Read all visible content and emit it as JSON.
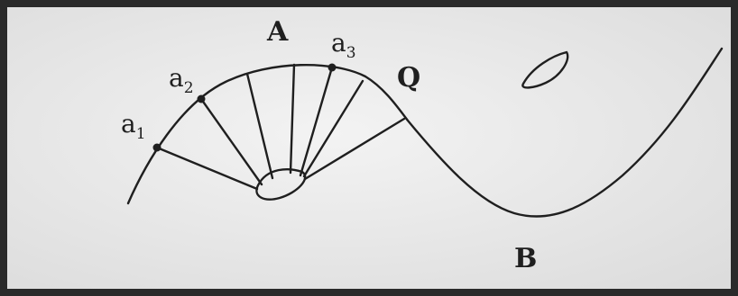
{
  "labels": {
    "A": "A",
    "B": "B",
    "Q": "Q",
    "a1": {
      "base": "a",
      "sub": "1"
    },
    "a2": {
      "base": "a",
      "sub": "2"
    },
    "a3": {
      "base": "a",
      "sub": "3"
    }
  },
  "colors": {
    "paper": "#ececec",
    "ink": "#1f1f1f"
  }
}
